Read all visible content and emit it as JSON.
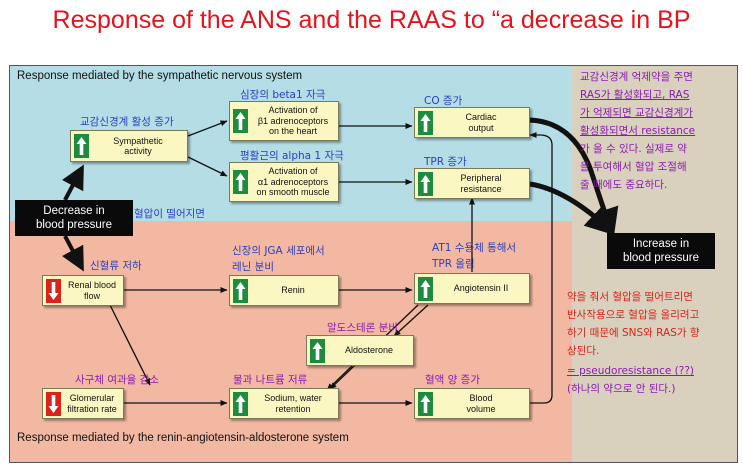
{
  "title": "Response of the ANS and the RAAS to “a decrease in BP",
  "region_labels": {
    "sympathetic": "Response mediated by the sympathetic nervous system",
    "raas": "Response mediated by the renin-angiotensin-aldosterone system"
  },
  "boxes": {
    "sympathetic_activity": {
      "label": "Sympathetic\nactivity",
      "icon": "up-arrow-icon"
    },
    "beta1": {
      "label": "Activation of\nβ1 adrenoceptors\non the  heart",
      "icon": "up-arrow-icon"
    },
    "alpha1": {
      "label": "Activation of\nα1 adrenoceptors\non smooth muscle",
      "icon": "up-arrow-icon"
    },
    "cardiac_output": {
      "label": "Cardiac\noutput",
      "icon": "up-arrow-icon"
    },
    "peripheral_resistance": {
      "label": "Peripheral\nresistance",
      "icon": "up-arrow-icon"
    },
    "renal_blood_flow": {
      "label": "Renal blood\nflow",
      "icon": "down-arrow-icon"
    },
    "renin": {
      "label": "Renin",
      "icon": "up-arrow-icon"
    },
    "angiotensin": {
      "label": "Angiotensin II",
      "icon": "up-arrow-icon"
    },
    "aldosterone": {
      "label": "Aldosterone",
      "icon": "up-arrow-icon"
    },
    "gfr": {
      "label": "Glomerular\nfiltration rate",
      "icon": "down-arrow-icon"
    },
    "sodium": {
      "label": "Sodium, water\nretention",
      "icon": "up-arrow-icon"
    },
    "blood_volume": {
      "label": "Blood\nvolume",
      "icon": "up-arrow-icon"
    }
  },
  "decrease_bp": "Decrease in\nblood pressure",
  "increase_bp": "Increase in\nblood pressure",
  "annotations": {
    "sympathetic_increase": "교감신경계 활성 증가",
    "beta1": "심장의 beta1 자극",
    "alpha1": "평활근의 alpha 1 자극",
    "co_increase": "CO 증가",
    "tpr_increase": "TPR 증가",
    "bp_drop": "혈압이 떨어지면",
    "renal_flow_drop": "신혈류 저하",
    "jga_line1": "신장의 JGA 세포에서",
    "jga_line2": "레닌 분비",
    "at1_line1": "AT1 수용체 통해서",
    "at1_line2": "TPR 올림",
    "aldosterone_secretion": "알도스테론 분비",
    "gfr_drop": "사구체 여과율 감소",
    "salt_water": "물과 나트륨 저류",
    "blood_volume_increase": "혈액 양 증가"
  },
  "note_top": [
    "교감신경계 억제약을 주면",
    "RAS가 활성화되고, RAS",
    "가 억제되면 교감신경계가",
    "활성화되면서 resistance",
    "가 올 수 있다. 실제로 약",
    "을 투여해서 혈압 조절해",
    "줄 때에도 중요하다."
  ],
  "note_bottom": [
    "약을 줘서 혈압을 떨어트리면",
    "반사작용으로 혈압을 올리려고",
    "하기 때문에 SNS와 RAS가 향",
    "상된다.",
    "= pseudoresistance (??)",
    "(하나의 약으로 안 된다.)"
  ],
  "colors": {
    "title": "#e3141c",
    "sympathetic_region": "#b4dde6",
    "raas_region": "#f2b8a2",
    "right_region": "#d9d0bd",
    "box_fill": "#fbf7c2",
    "up_icon": "#1e8c3e",
    "down_icon": "#d9231b",
    "annotation_blue": "#2b3fbf",
    "annotation_purple": "#8a1bb5",
    "note_red": "#d9231b"
  }
}
